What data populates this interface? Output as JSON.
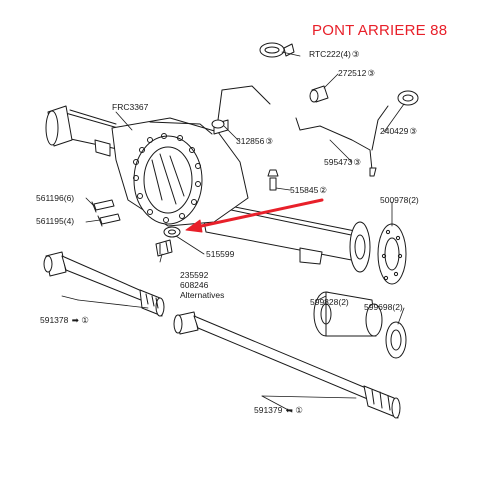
{
  "title": "PONT ARRIERE 88",
  "accent_color": "#e8202a",
  "ink_color": "#1a1a1a",
  "labels": {
    "frc3367": "FRC3367",
    "rtc222": "RTC222(4)",
    "rtc222_ref": "③",
    "p272512": "272512",
    "p272512_ref": "③",
    "p312856": "312856",
    "p312856_ref": "③",
    "p240429": "240429",
    "p240429_ref": "③",
    "p595473": "595473",
    "p595473_ref": "③",
    "p515845": "515845",
    "p515845_ref": "②",
    "p500978": "500978(2)",
    "p561196": "561196(6)",
    "p561195": "561195(4)",
    "p515599": "515599",
    "p235592": "235592",
    "p608246": "608246",
    "alternatives": "Alternatives",
    "p599828": "599828(2)",
    "p599698": "599698(2)",
    "p591378": "591378",
    "p591378_ref": "➡ ①",
    "p591379": "591379",
    "p591379_ref": "⬅ ①"
  }
}
